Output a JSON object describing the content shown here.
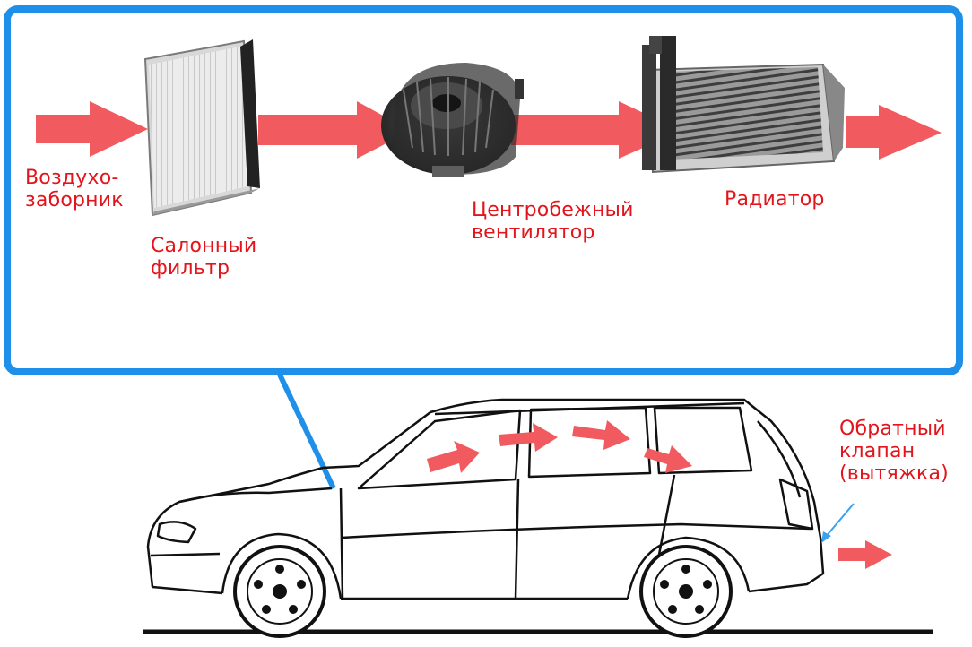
{
  "labels": {
    "intake_line1": "Воздухо-",
    "intake_line2": "заборник",
    "filter_line1": "Салонный",
    "filter_line2": "фильтр",
    "fan_line1": "Центробежный",
    "fan_line2": "вентилятор",
    "radiator": "Радиатор",
    "valve_line1": "Обратный",
    "valve_line2": "клапан",
    "valve_line3": "(вытяжка)"
  },
  "colors": {
    "frame": "#1e90ea",
    "label": "#e3141b",
    "flow_arrow": "#f15a5e",
    "pointer": "#3aa0f0"
  }
}
